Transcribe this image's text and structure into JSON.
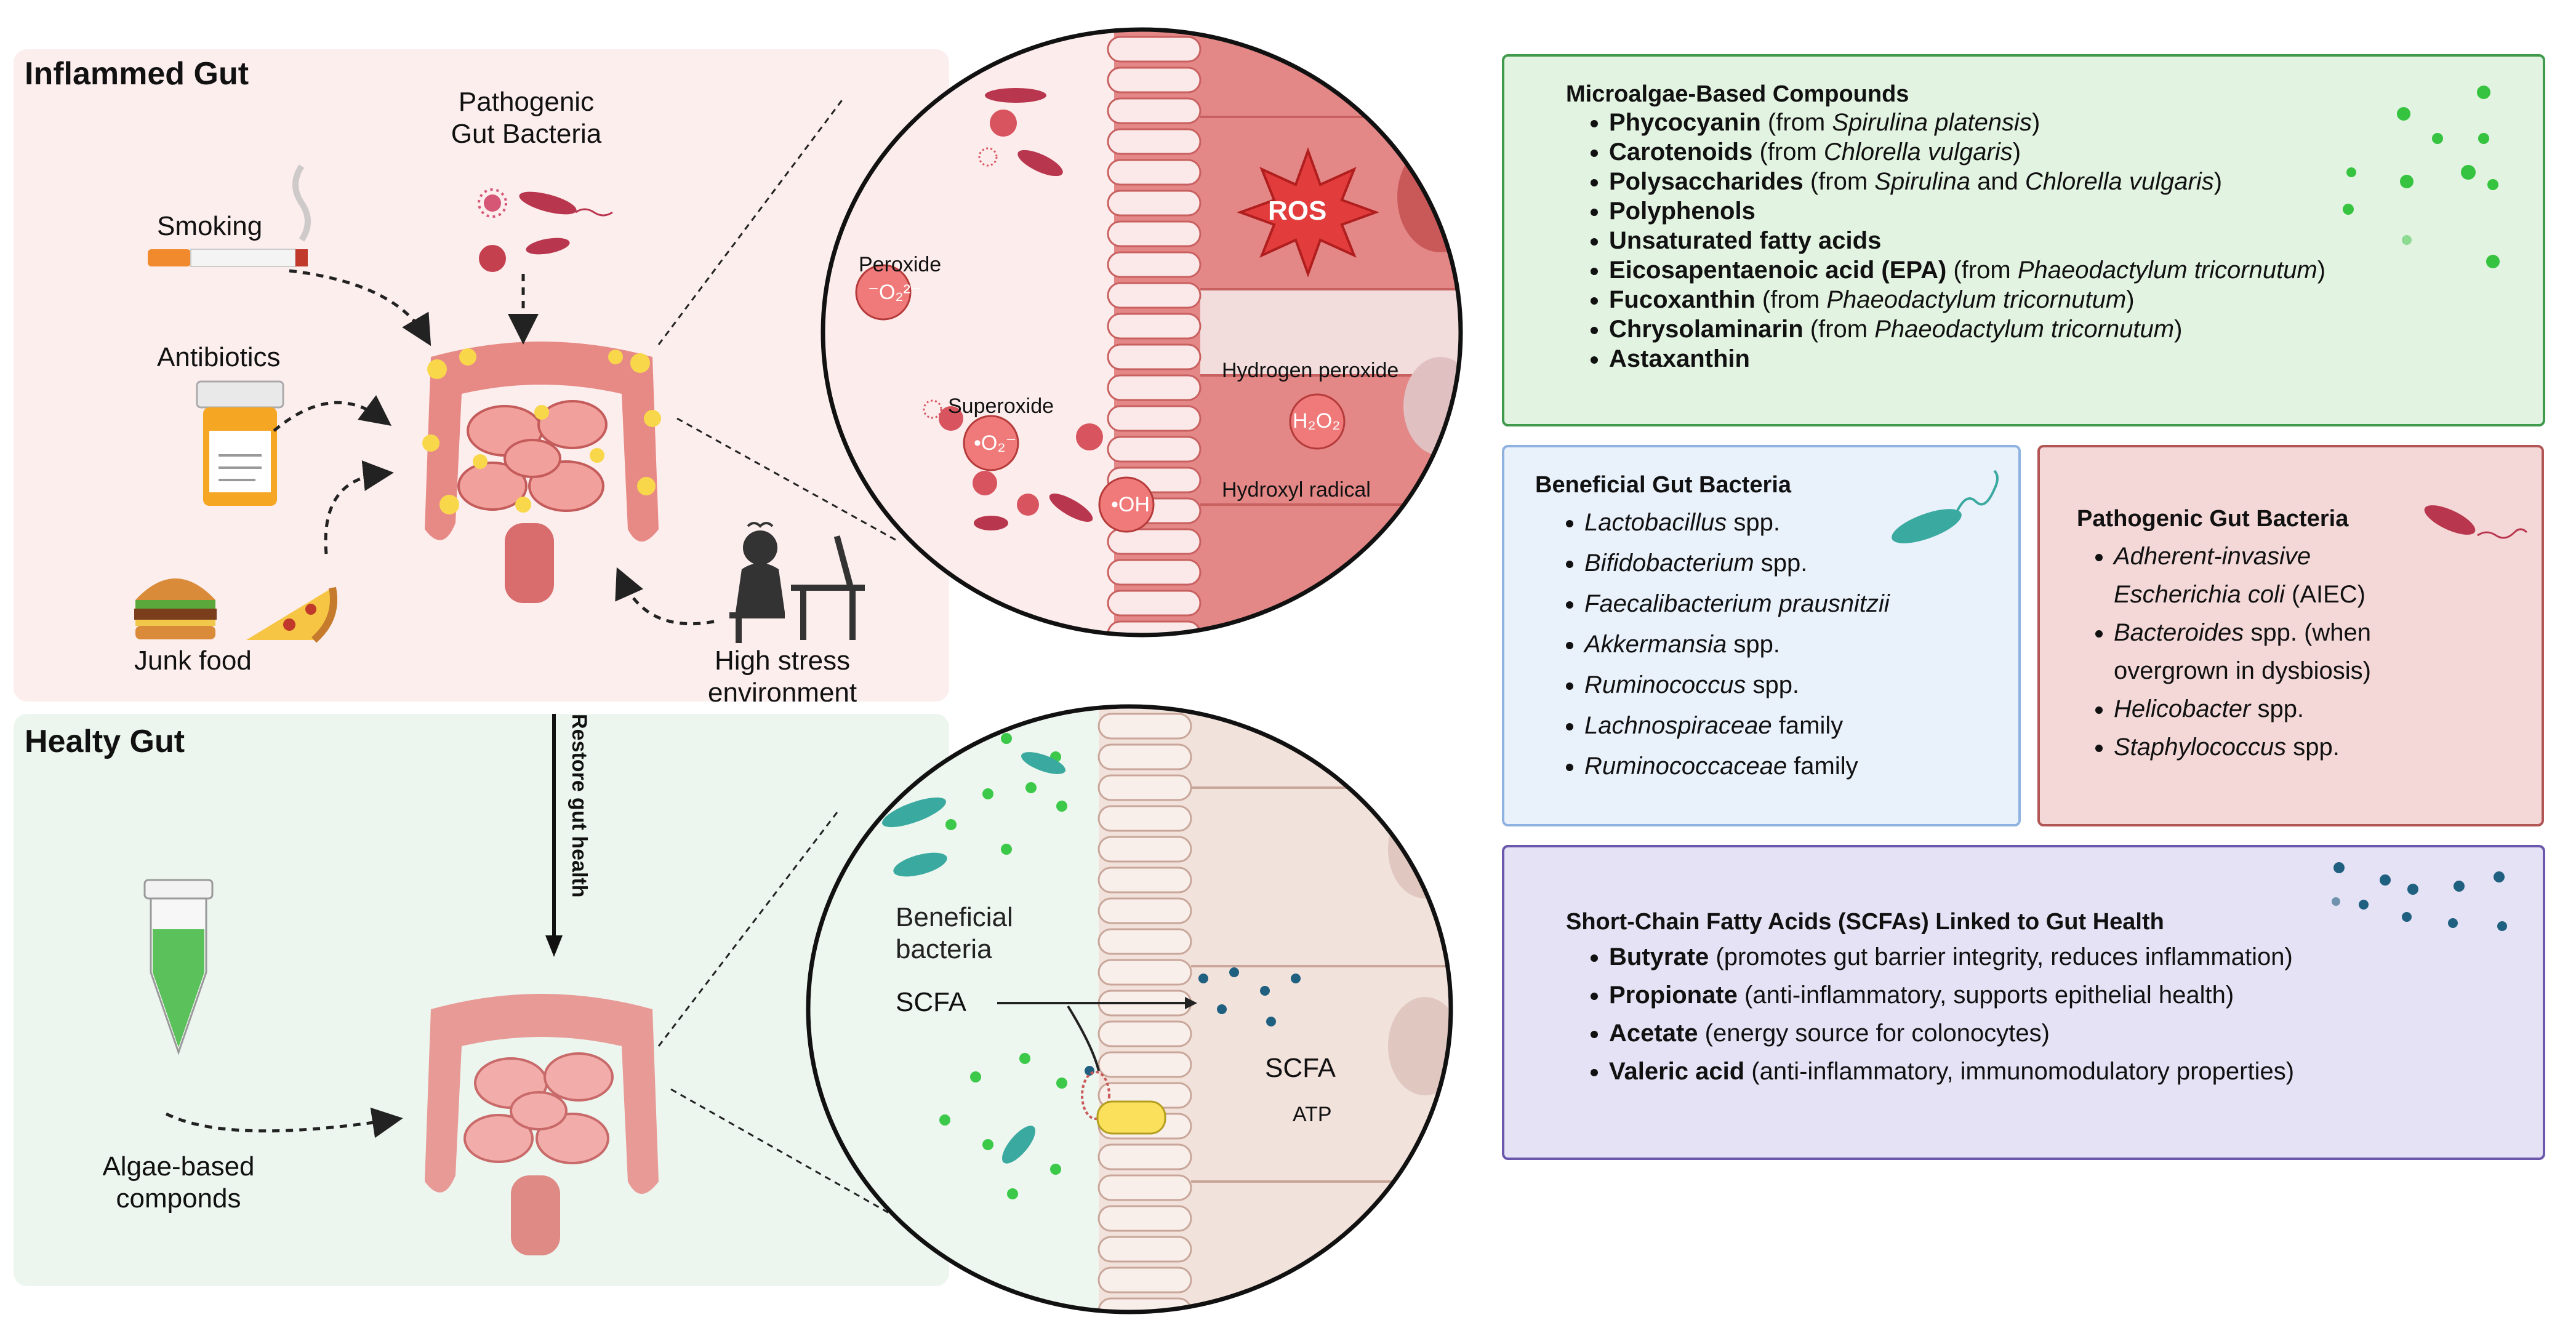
{
  "inflamed": {
    "title": "Inflammed Gut",
    "smoking": "Smoking",
    "antibiotics": "Antibiotics",
    "junk_food": "Junk food",
    "stress_line1": "High stress",
    "stress_line2": "environment",
    "pathogenic_line1": "Pathogenic",
    "pathogenic_line2": "Gut Bacteria",
    "zoom": {
      "ros": "ROS",
      "peroxide": "Peroxide",
      "peroxide_symbol": "⁻O₂²⁻",
      "superoxide": "Superoxide",
      "superoxide_symbol": "•O₂⁻",
      "hydroxyl_symbol": "•OH",
      "hydroxyl": "Hydroxyl radical",
      "h2o2_symbol": "H₂O₂",
      "h2o2": "Hydrogen peroxide"
    }
  },
  "restore_label": "Restore gut health",
  "healthy": {
    "title": "Healty Gut",
    "algae_line1": "Algae-based",
    "algae_line2": "componds",
    "zoom": {
      "beneficial_line1": "Beneficial",
      "beneficial_line2": "bacteria",
      "scfa1": "SCFA",
      "scfa2": "SCFA",
      "atp": "ATP"
    }
  },
  "microalgae": {
    "title": "Microalgae-Based Compounds",
    "items": [
      {
        "b": "Phycocyanin",
        "t": " (from ",
        "i": "Spirulina platensis",
        "e": ")"
      },
      {
        "b": "Carotenoids",
        "t": " (from ",
        "i": "Chlorella vulgaris",
        "e": ")"
      },
      {
        "b": "Polysaccharides",
        "t": " (from ",
        "i": "Spirulina",
        "m": " and ",
        "i2": "Chlorella vulgaris",
        "e": ")"
      },
      {
        "b": "Polyphenols"
      },
      {
        "b": "Unsaturated fatty acids"
      },
      {
        "b": "Eicosapentaenoic acid (EPA)",
        "t": " (from ",
        "i": "Phaeodactylum tricornutum",
        "e": ")"
      },
      {
        "b": "Fucoxanthin",
        "t": " (from ",
        "i": "Phaeodactylum tricornutum",
        "e": ")"
      },
      {
        "b": "Chrysolaminarin",
        "t": " (from ",
        "i": "Phaeodactylum tricornutum",
        "e": ")"
      },
      {
        "b": "Astaxanthin"
      }
    ]
  },
  "beneficial": {
    "title": "Beneficial Gut Bacteria",
    "items": [
      {
        "i": "Lactobacillus",
        "t": " spp."
      },
      {
        "i": "Bifidobacterium",
        "t": " spp."
      },
      {
        "i": "Faecalibacterium prausnitzii",
        "t": ""
      },
      {
        "i": "Akkermansia",
        "t": " spp."
      },
      {
        "i": "Ruminococcus",
        "t": " spp."
      },
      {
        "i": "Lachnospiraceae",
        "t": " family"
      },
      {
        "i": "Ruminococcaceae",
        "t": " family"
      }
    ]
  },
  "pathogenic": {
    "title": "Pathogenic Gut Bacteria",
    "items": [
      {
        "i": "Adherent-invasive Escherichia coli",
        "t": " (AIEC)"
      },
      {
        "i": "Bacteroides",
        "t": " spp. (when overgrown in dysbiosis)"
      },
      {
        "i": "Helicobacter",
        "t": " spp."
      },
      {
        "i": "Staphylococcus",
        "t": " spp."
      }
    ]
  },
  "scfa": {
    "title": "Short-Chain Fatty Acids (SCFAs) Linked to Gut Health",
    "items": [
      {
        "b": "Butyrate",
        "t": " (promotes gut barrier integrity, reduces inflammation)"
      },
      {
        "b": "Propionate",
        "t": " (anti-inflammatory, supports epithelial health)"
      },
      {
        "b": "Acetate",
        "t": " (energy source for colonocytes)"
      },
      {
        "b": "Valeric acid",
        "t": " (anti-inflammatory, immunomodulatory properties)"
      }
    ]
  },
  "colors": {
    "inflamed_bg": "#fdeeee",
    "healthy_bg": "#ecf6ee",
    "green_box": "#e2f3e2",
    "green_border": "#3f9a4c",
    "blue_box": "#e9f1fb",
    "blue_border": "#8fb3e0",
    "red_box": "#f4d8d8",
    "red_border": "#b25555",
    "purple_box": "#e6e2f5",
    "purple_border": "#6b58ad"
  }
}
